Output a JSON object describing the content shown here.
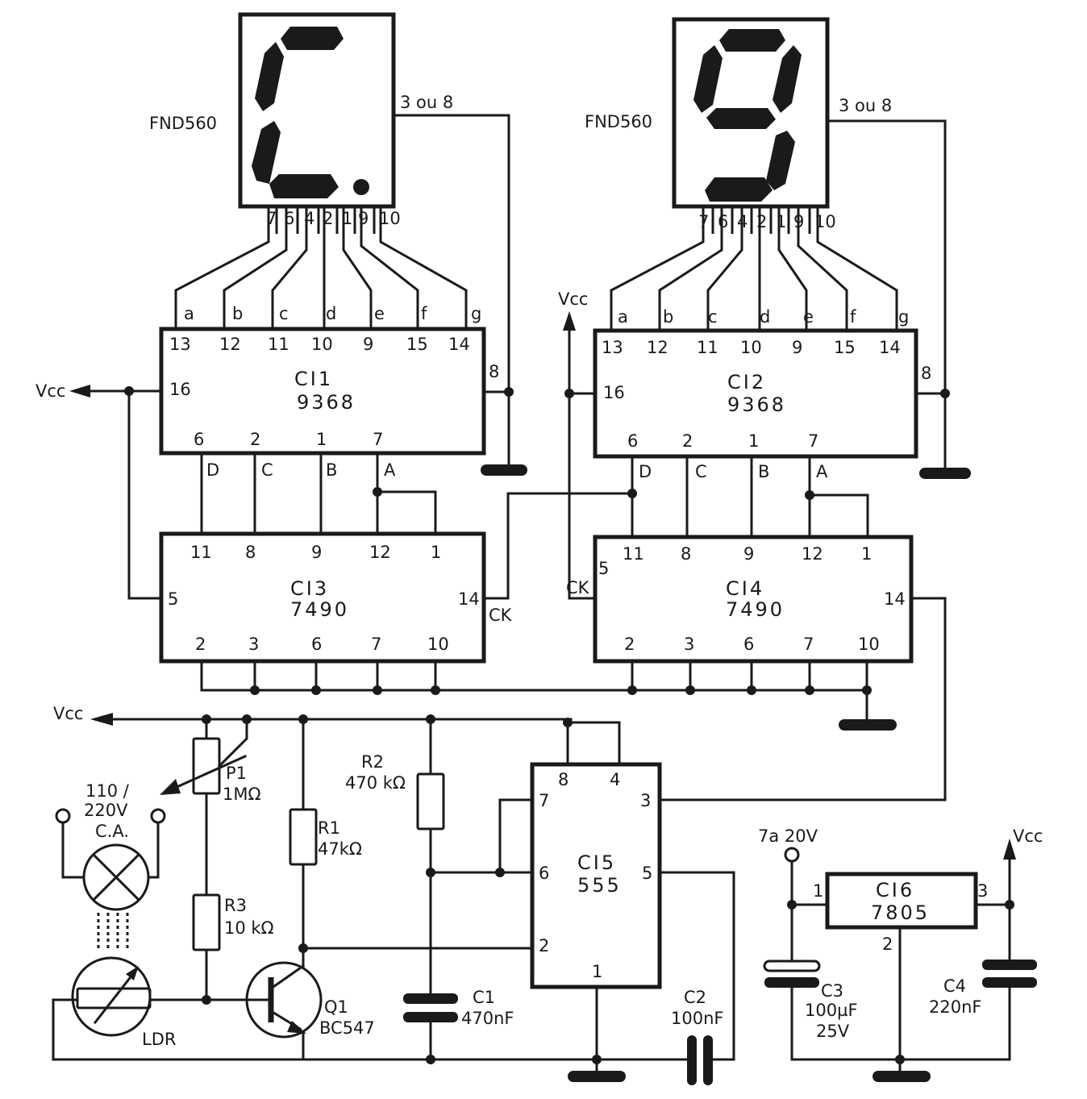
{
  "displays": [
    {
      "label": "FND560",
      "common_pin": "3 ou 8",
      "pins": [
        "7",
        "6",
        "4",
        "2",
        "1",
        "9",
        "10"
      ],
      "shown_digit": "C"
    },
    {
      "label": "FND560",
      "common_pin": "3 ou 8",
      "pins": [
        "7",
        "6",
        "4",
        "2",
        "1",
        "9",
        "10"
      ],
      "shown_digit": "9"
    }
  ],
  "ci1": {
    "name": "CI1",
    "part": "9368",
    "top_pins": [
      "13",
      "12",
      "11",
      "10",
      "9",
      "15",
      "14"
    ],
    "segments": [
      "a",
      "b",
      "c",
      "d",
      "e",
      "f",
      "g"
    ],
    "pin16": "16",
    "pin8": "8",
    "bottom_pins": [
      "6",
      "2",
      "1",
      "7"
    ],
    "inputs": [
      "D",
      "C",
      "B",
      "A"
    ]
  },
  "ci2": {
    "name": "CI2",
    "part": "9368",
    "top_pins": [
      "13",
      "12",
      "11",
      "10",
      "9",
      "15",
      "14"
    ],
    "segments": [
      "a",
      "b",
      "c",
      "d",
      "e",
      "f",
      "g"
    ],
    "pin16": "16",
    "pin8": "8",
    "bottom_pins": [
      "6",
      "2",
      "1",
      "7"
    ],
    "inputs": [
      "D",
      "C",
      "B",
      "A"
    ]
  },
  "ci3": {
    "name": "CI3",
    "part": "7490",
    "top_pins": [
      "11",
      "8",
      "9",
      "12",
      "1"
    ],
    "pin5": "5",
    "pin14": "14",
    "ck": "CK",
    "bottom_pins": [
      "2",
      "3",
      "6",
      "7",
      "10"
    ]
  },
  "ci4": {
    "name": "CI4",
    "part": "7490",
    "top_pins": [
      "11",
      "8",
      "9",
      "12",
      "1"
    ],
    "pin5": "5",
    "pin14": "14",
    "ck": "CK",
    "bottom_pins": [
      "2",
      "3",
      "6",
      "7",
      "10"
    ]
  },
  "ci5": {
    "name": "CI5",
    "part": "555",
    "pins": {
      "p8": "8",
      "p4": "4",
      "p7": "7",
      "p3": "3",
      "p6": "6",
      "p5": "5",
      "p2": "2",
      "p1": "1"
    }
  },
  "ci6": {
    "name": "CI6",
    "part": "7805",
    "pins": {
      "p1": "1",
      "p2": "2",
      "p3": "3"
    }
  },
  "vcc": "Vcc",
  "components": {
    "p1": {
      "name": "P1",
      "value": "1MΩ"
    },
    "r1": {
      "name": "R1",
      "value": "47kΩ"
    },
    "r2": {
      "name": "R2",
      "value": "470 kΩ"
    },
    "r3": {
      "name": "R3",
      "value": "10 kΩ"
    },
    "c1": {
      "name": "C1",
      "value": "470nF"
    },
    "c2": {
      "name": "C2",
      "value": "100nF"
    },
    "c3": {
      "name": "C3",
      "value": "100µF",
      "rating": "25V"
    },
    "c4": {
      "name": "C4",
      "value": "220nF"
    },
    "q1": {
      "name": "Q1",
      "part": "BC547"
    },
    "ldr": {
      "name": "LDR"
    },
    "lamp": {
      "line1": "110 /",
      "line2": "220V",
      "line3": "C.A."
    },
    "supply": "7a 20V"
  }
}
